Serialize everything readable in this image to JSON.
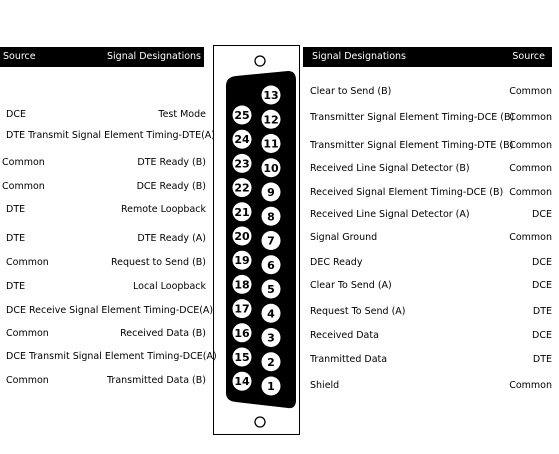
{
  "left_header": {
    "source": "Source",
    "signal": "Signal Designations"
  },
  "right_header": {
    "signal": "Signal Designations",
    "source": "Source"
  },
  "left_rows": [
    {
      "pin": "25",
      "source": "DCE",
      "signal": "Test Mode"
    },
    {
      "pin": "24",
      "source": "DTE Transmit Signal Element Timing-DTE(A)",
      "signal": ""
    },
    {
      "pin": "23",
      "source": "Common",
      "signal": "DTE Ready (B)"
    },
    {
      "pin": "22",
      "source": "Common",
      "signal": "DCE Ready (B)"
    },
    {
      "pin": "21",
      "source": "DTE",
      "signal": "Remote Loopback"
    },
    {
      "pin": "20",
      "source": "DTE",
      "signal": "DTE Ready (A)"
    },
    {
      "pin": "19",
      "source": "Common",
      "signal": "Request to Send (B)"
    },
    {
      "pin": "18",
      "source": "DTE",
      "signal": "Local Loopback"
    },
    {
      "pin": "17",
      "source": "DCE  Receive Signal Element Timing-DCE(A)",
      "signal": ""
    },
    {
      "pin": "16",
      "source": "Common",
      "signal": "Received Data (B)"
    },
    {
      "pin": "15",
      "source": "DCE Transmit Signal Element Timing-DCE(A)",
      "signal": ""
    },
    {
      "pin": "14",
      "source": "Common",
      "signal": "Transmitted Data (B)"
    }
  ],
  "right_rows": [
    {
      "pin": "13",
      "signal": "Clear to Send (B)",
      "source": "Common"
    },
    {
      "pin": "12",
      "signal": "Transmitter Signal Element Timing-DCE (B)",
      "source": "Common"
    },
    {
      "pin": "11",
      "signal": "Transmitter Signal Element Timing-DTE (B)",
      "source": "Common"
    },
    {
      "pin": "10",
      "signal": "Received Line Signal Detector   (B)",
      "source": "Common"
    },
    {
      "pin": "9",
      "signal": "Received Signal Element Timing-DCE (B)",
      "source": "Common"
    },
    {
      "pin": "8",
      "signal": "Received Line Signal Detector (A)",
      "source": "DCE"
    },
    {
      "pin": "7",
      "signal": "Signal Ground",
      "source": "Common"
    },
    {
      "pin": "6",
      "signal": "DEC Ready",
      "source": "DCE"
    },
    {
      "pin": "5",
      "signal": "Clear To Send (A)",
      "source": "DCE"
    },
    {
      "pin": "4",
      "signal": "Request To Send (A)",
      "source": "DTE"
    },
    {
      "pin": "3",
      "signal": "Received Data",
      "source": "DCE"
    },
    {
      "pin": "2",
      "signal": "Tranmitted Data",
      "source": "DTE"
    },
    {
      "pin": "1",
      "signal": "Shield",
      "source": "Common"
    }
  ]
}
